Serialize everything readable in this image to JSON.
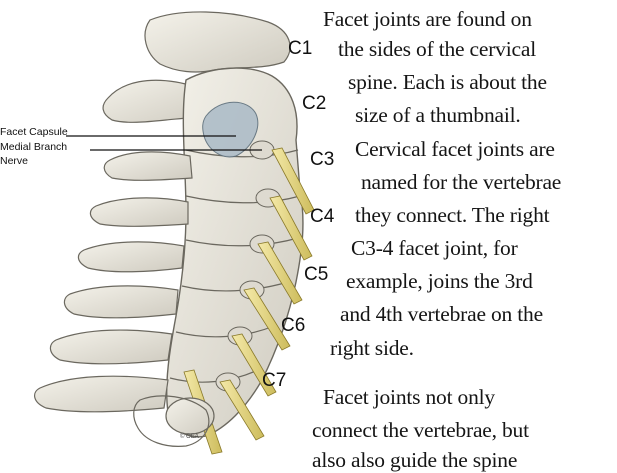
{
  "callouts": {
    "facet_capsule": "Facet Capsule",
    "medial_branch_line1": "Medial Branch",
    "medial_branch_line2": "Nerve"
  },
  "vertebra_labels": [
    "C1",
    "C2",
    "C3",
    "C4",
    "C5",
    "C6",
    "C7"
  ],
  "credit": "© OEA",
  "paragraph1": [
    "Facet joints are found on",
    "the sides of the cervical",
    "spine. Each is about the",
    "size of a thumbnail.",
    "Cervical facet joints are",
    "named for the vertebrae",
    "they connect. The right",
    "C3-4 facet joint, for",
    "example, joins the 3rd",
    "and 4th vertebrae on the",
    "right side."
  ],
  "paragraph2": [
    "Facet joints not only",
    "connect the vertebrae, but",
    "also also guide the spine"
  ],
  "colors": {
    "bone": "#e9e6dc",
    "bone_shadow": "#8d8a80",
    "nerve": "#e8db8a",
    "capsule": "#aebdc8",
    "text": "#151515"
  }
}
